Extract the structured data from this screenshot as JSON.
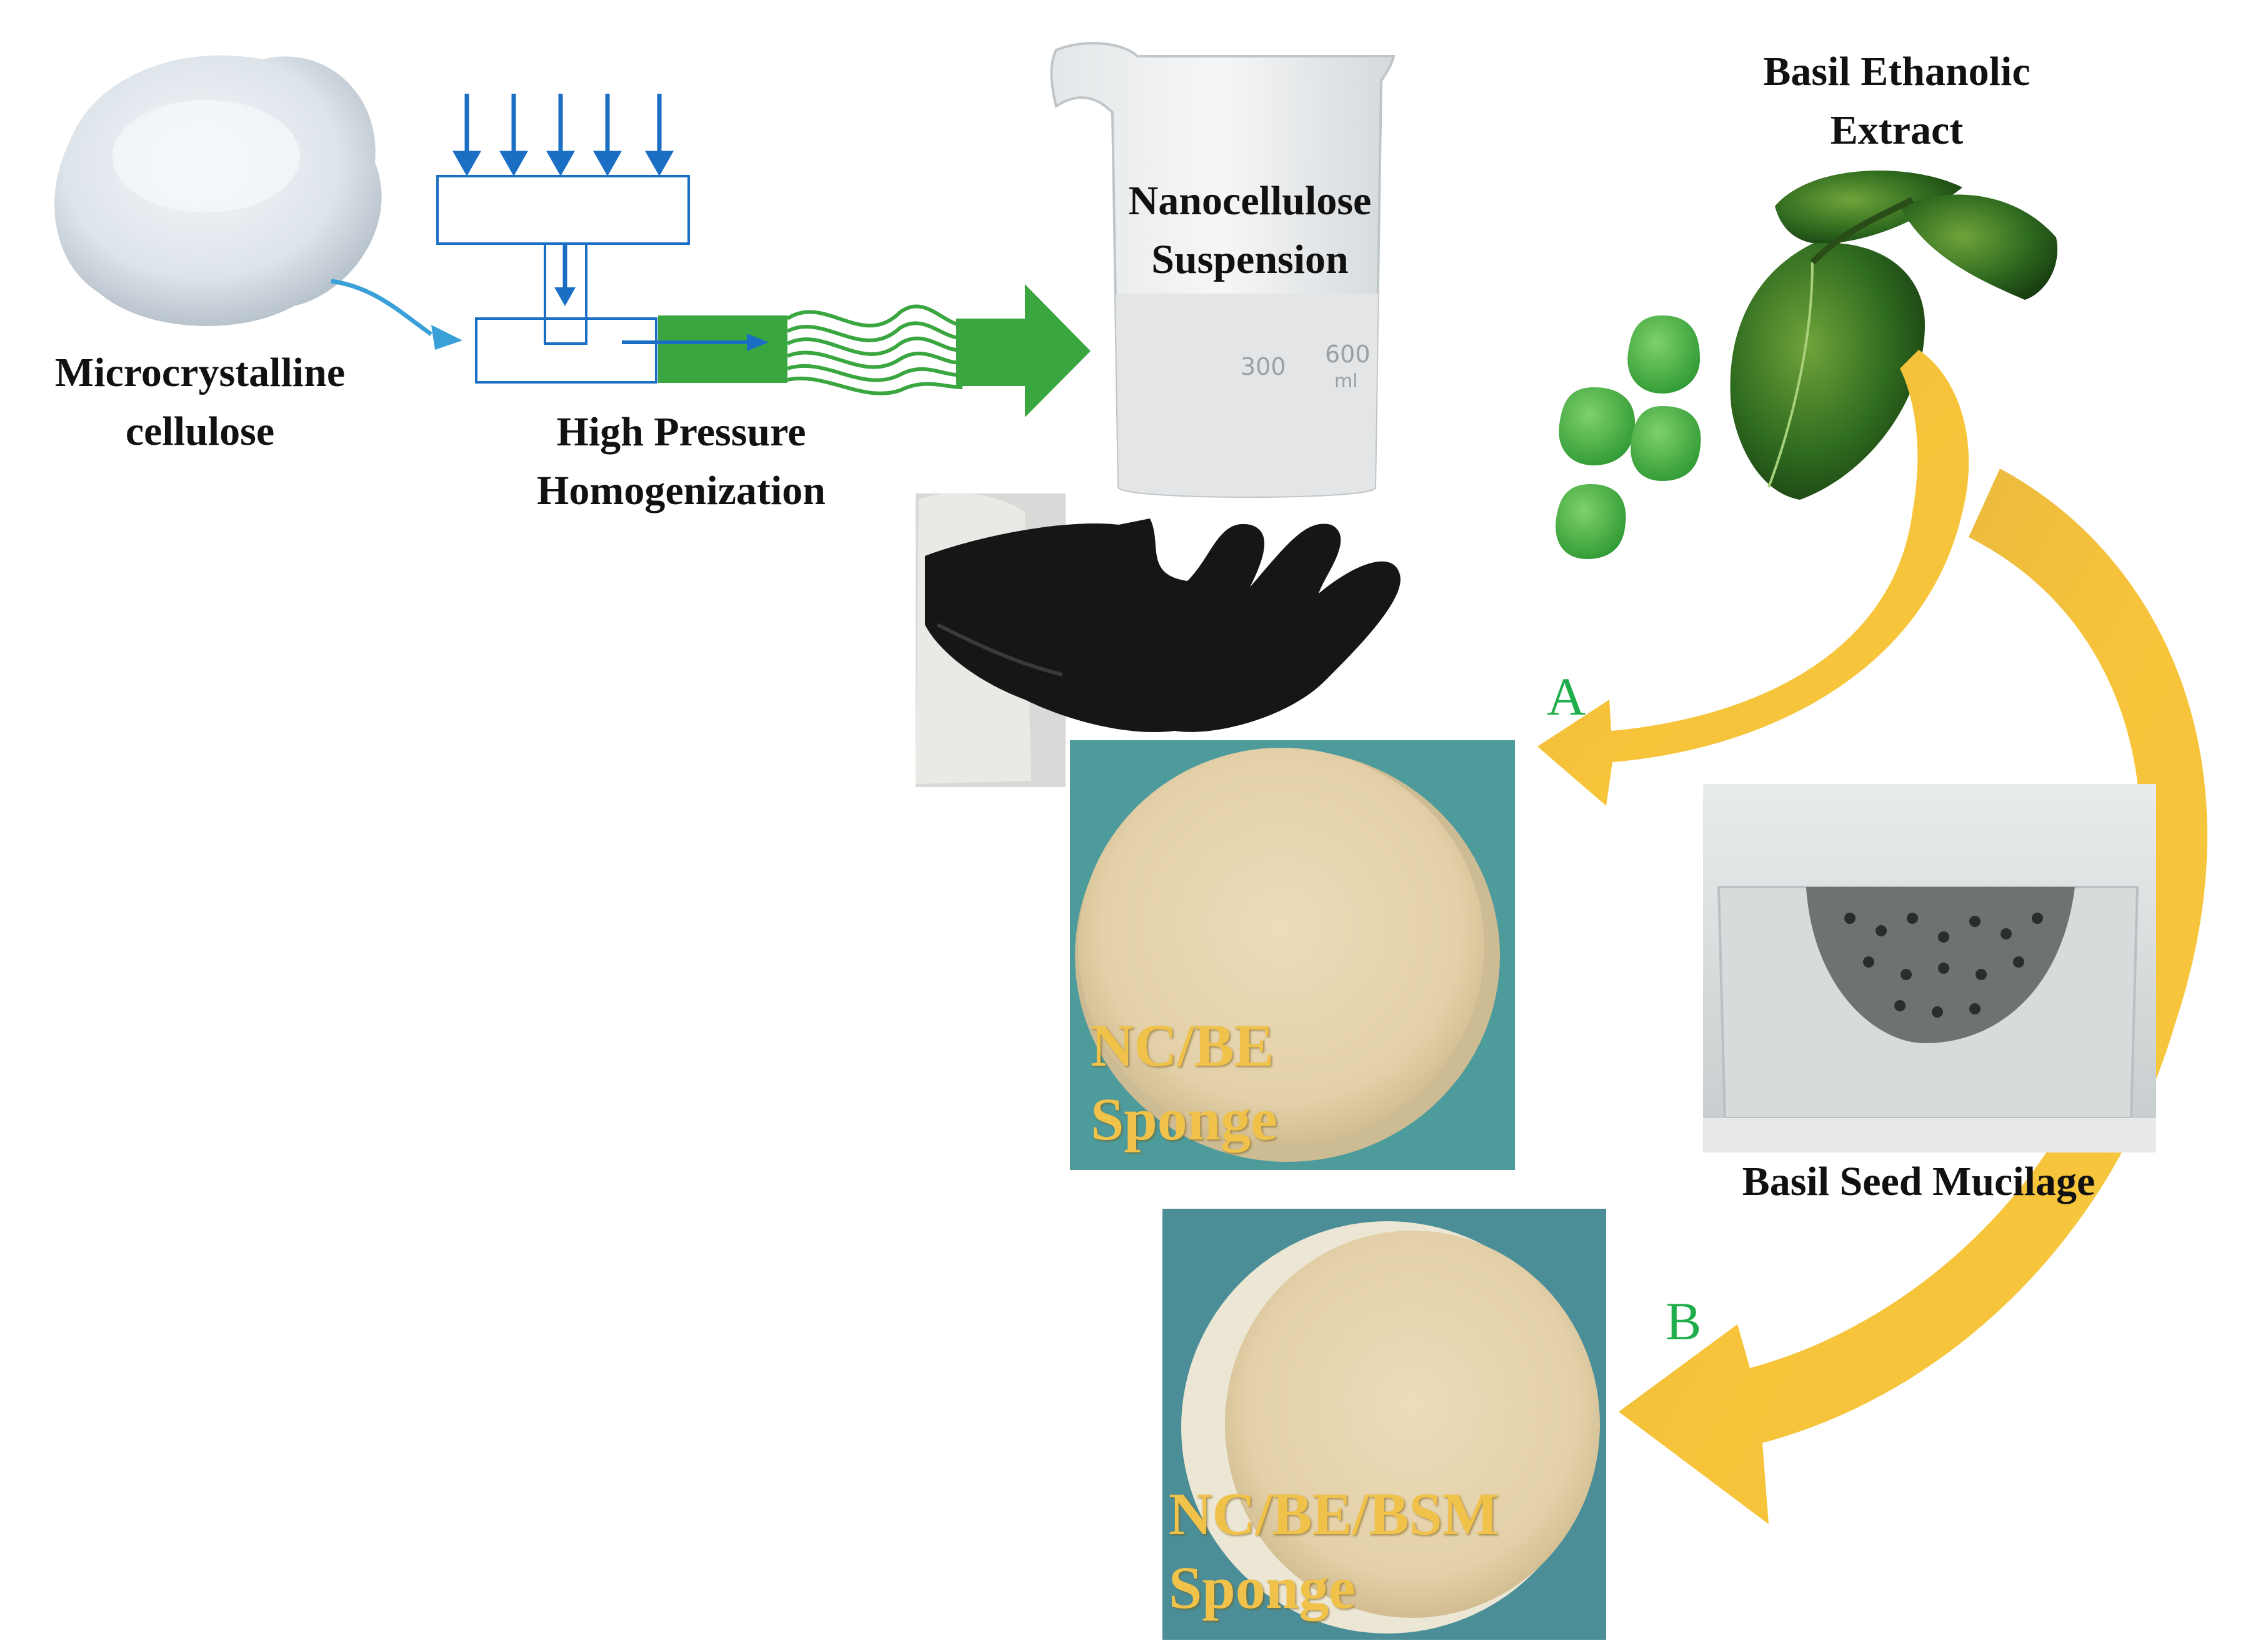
{
  "labels": {
    "mcc_line1": "Microcrystalline",
    "mcc_line2": "cellulose",
    "hph_line1": "High Pressure",
    "hph_line2": "Homogenization",
    "nc_line1": "Nanocellulose",
    "nc_line2": "Suspension",
    "basil_line1": "Basil Ethanolic",
    "basil_line2": "Extract",
    "mucilage": "Basil Seed Mucilage"
  },
  "sponges": {
    "a_line1": "NC/BE",
    "a_line2": "Sponge",
    "b_line1": "NC/BE/BSM",
    "b_line2": "Sponge"
  },
  "routes": {
    "a": "A",
    "b": "B"
  },
  "beaker_marks": {
    "mark_300": "300",
    "mark_600": "600",
    "unit": "ml"
  },
  "colors": {
    "process_arrow": "#3aa63f",
    "route_arrow": "#f4c239",
    "route_letter": "#1fae4b",
    "sponge_label": "#f1c24a",
    "press_arrow": "#1a6fc4"
  }
}
